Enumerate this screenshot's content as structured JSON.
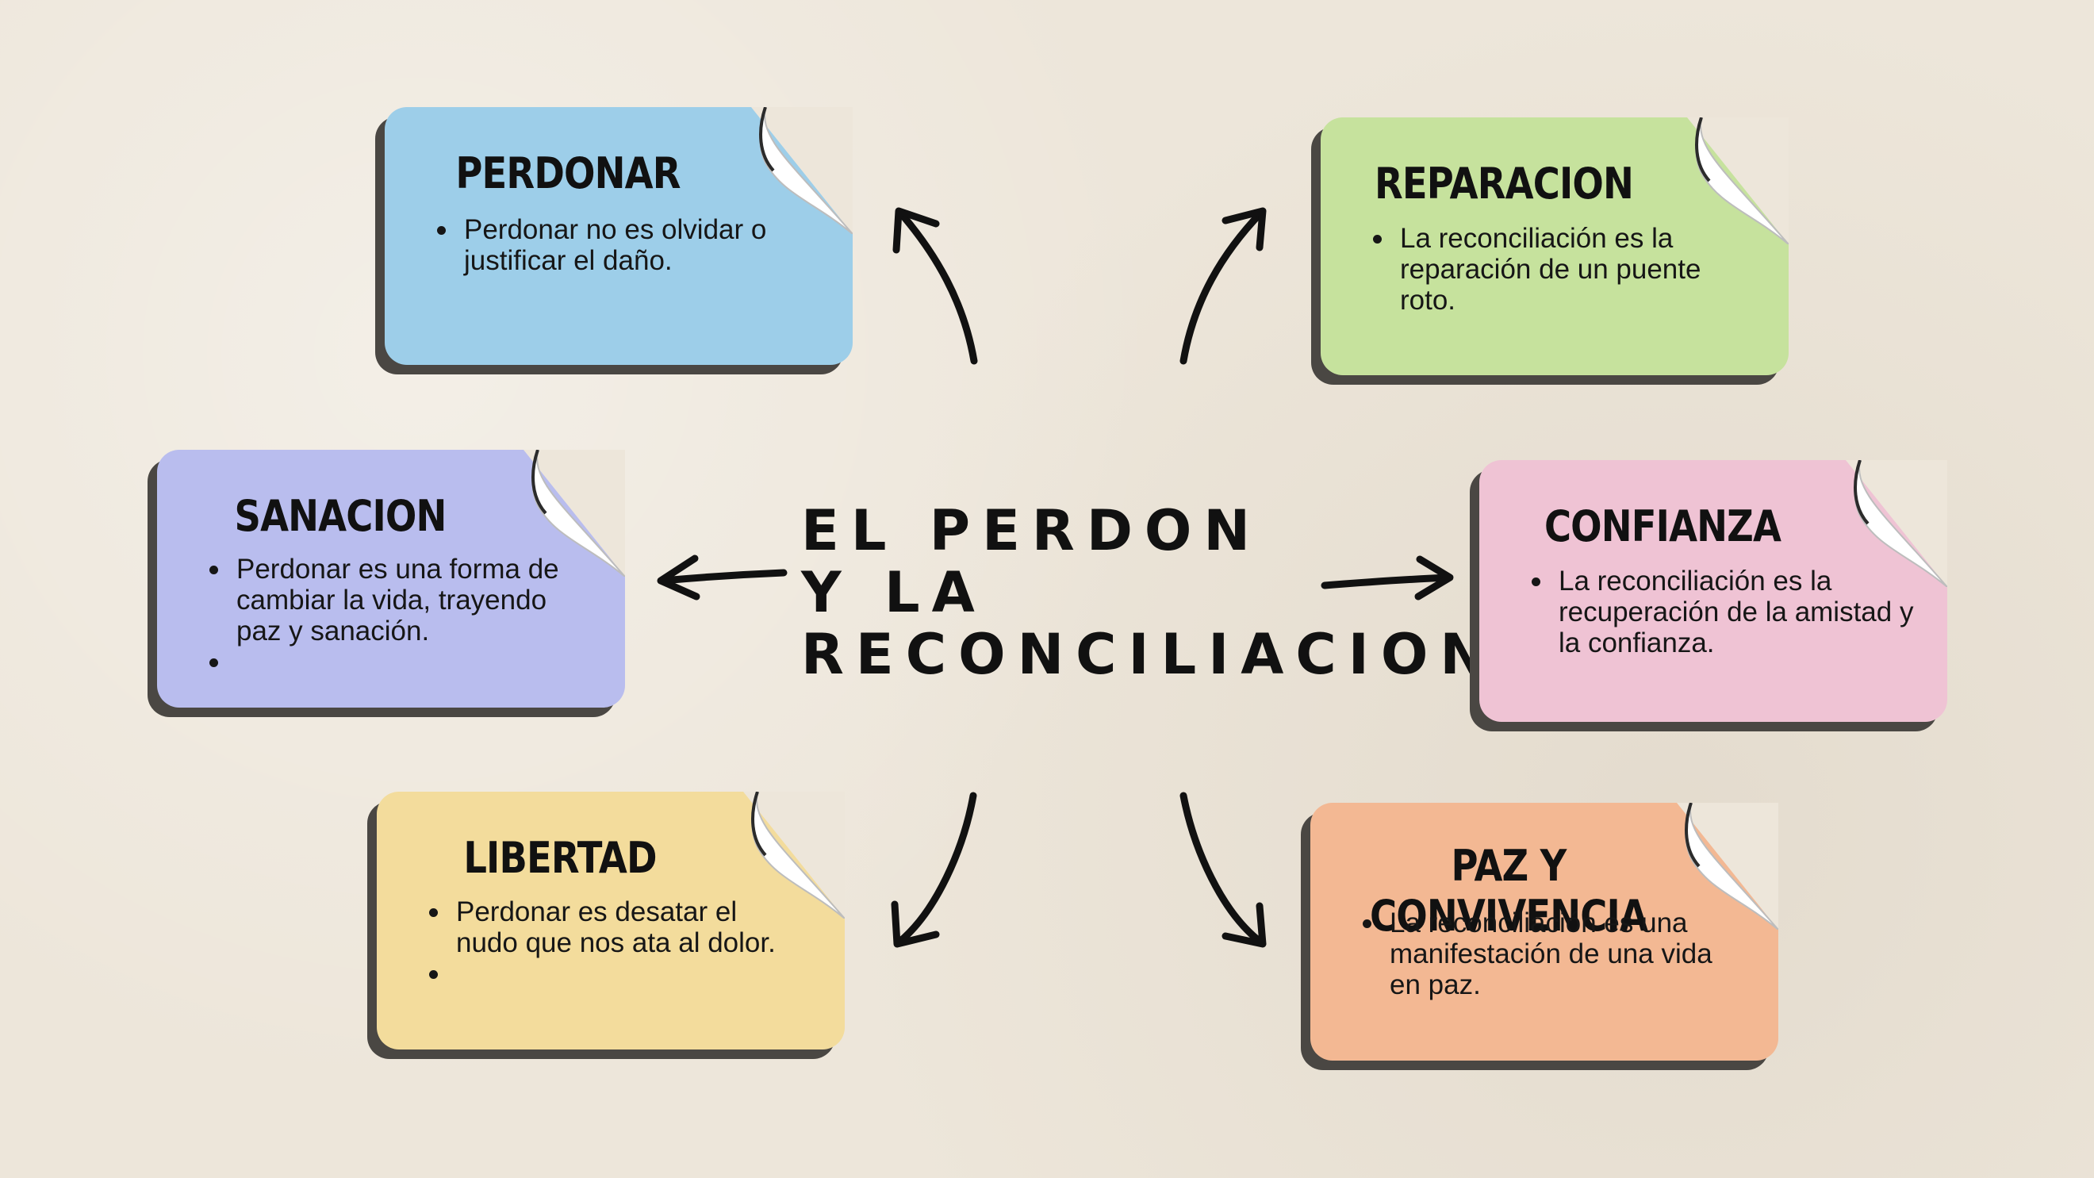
{
  "center": {
    "line1": "EL PERDON Y LA",
    "line2": "RECONCILIACION"
  },
  "cards": [
    {
      "id": "perdonar",
      "title": "PERDONAR",
      "color": "#9dcee9",
      "items": [
        "Perdonar no es olvidar o justificar el daño."
      ]
    },
    {
      "id": "reparacion",
      "title": "REPARACION",
      "color": "#c6e29d",
      "items": [
        "La reconciliación es la reparación de un puente roto."
      ]
    },
    {
      "id": "sanacion",
      "title": "SANACION",
      "color": "#b9bdee",
      "items": [
        "Perdonar es una forma de cambiar la vida, trayendo paz y sanación.",
        ""
      ]
    },
    {
      "id": "confianza",
      "title": "CONFIANZA",
      "color": "#efc3d4",
      "items": [
        "La reconciliación es la recuperación de la amistad y la confianza."
      ]
    },
    {
      "id": "libertad",
      "title": "LIBERTAD",
      "color": "#f3dc9c",
      "items": [
        "Perdonar es desatar el nudo que nos ata al dolor.",
        ""
      ]
    },
    {
      "id": "paz",
      "title": "PAZ Y CONVIVENCIA",
      "color": "#f3b893",
      "items": [
        "La reconciliación es una manifestación de una vida en paz."
      ]
    }
  ]
}
